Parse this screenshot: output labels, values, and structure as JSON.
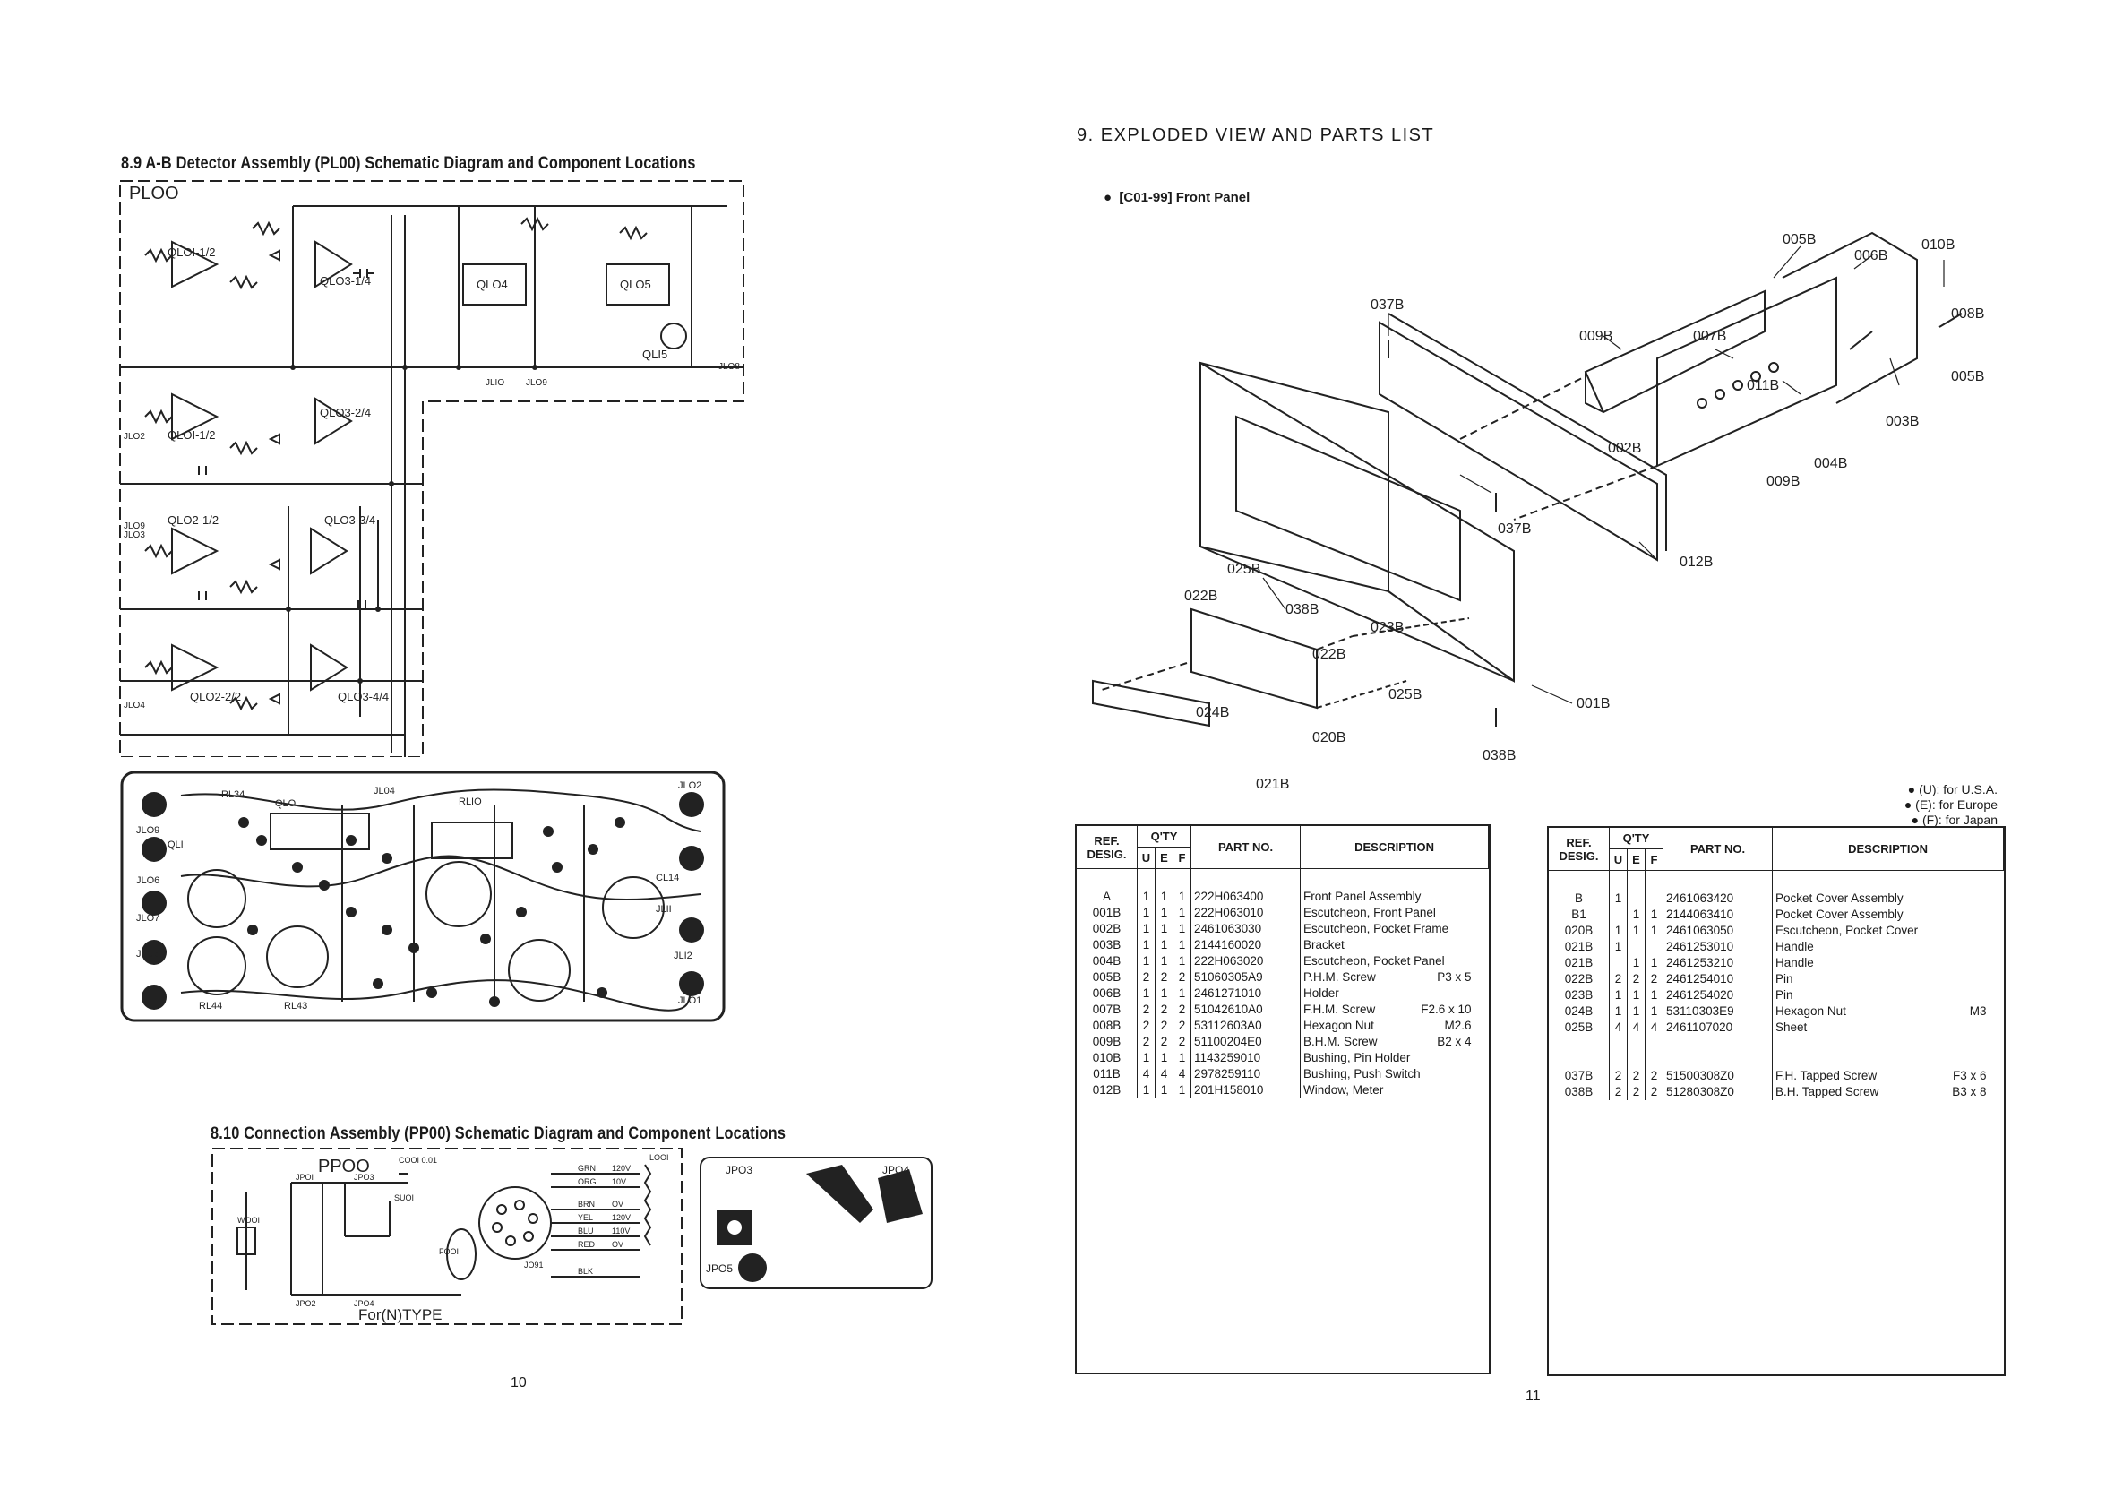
{
  "left_page": {
    "section_89_title": "8.9 A-B Detector Assembly (PL00) Schematic Diagram and Component Locations",
    "section_810_title": "8.10 Connection Assembly (PP00) Schematic Diagram and Component Locations",
    "pl00_label": "PLOO",
    "pp00_label": "PPOO",
    "for_n_type": "For(N)TYPE",
    "schematic_labels": [
      "QLOI-1/2",
      "QLO3-1/4",
      "QLO4",
      "QLO5",
      "QLI5",
      "QLO3-2/4",
      "QLOI-1/2",
      "QLO2-1/2",
      "QLO3-3/4",
      "QLO2-2/2",
      "QLO3-4/4",
      "JLIO",
      "JLO9",
      "JLO9",
      "JLO4",
      "JLO3",
      "JLO2",
      "JLO8"
    ],
    "pp00_labels": [
      "JPOI",
      "JPO3",
      "JPO2",
      "JPO4",
      "SUOI",
      "FOOI",
      "JO91",
      "WOOI",
      "GRN",
      "ORG",
      "BRN",
      "YEL",
      "BLU",
      "RED",
      "BLK",
      "120V",
      "10V",
      "OV",
      "120V",
      "110V",
      "OV",
      "LOOI",
      "COOI 0.01"
    ],
    "pcb_labels": [
      "JLO9",
      "QLI",
      "JLO7",
      "JLO6",
      "JLO5",
      "RL43",
      "RL44",
      "QLO",
      "JLO2",
      "JLI2",
      "JLO1",
      "JLII",
      "CL14",
      "RLIO",
      "RL34",
      "JL04"
    ],
    "jp_labels": [
      "JPO3",
      "JPO4",
      "JPO5"
    ],
    "page_number": "10"
  },
  "right_page": {
    "section_9_title": "9. EXPLODED VIEW AND PARTS LIST",
    "subsection": "[C01-99]  Front Panel",
    "callouts": [
      "005B",
      "010B",
      "006B",
      "008B",
      "009B",
      "007B",
      "005B",
      "011B",
      "003B",
      "002B",
      "004B",
      "009B",
      "037B",
      "037B",
      "012B",
      "025B",
      "022B",
      "038B",
      "023B",
      "022B",
      "025B",
      "024B",
      "020B",
      "001B",
      "038B",
      "021B"
    ],
    "legend": [
      "● (U): for U.S.A.",
      "● (E): for Europe",
      "● (F): for Japan"
    ],
    "table_headers": {
      "ref": "REF. DESIG.",
      "qty": "Q'TY",
      "u": "U",
      "e": "E",
      "f": "F",
      "part_no": "PART NO.",
      "description": "DESCRIPTION"
    },
    "table_left": [
      [
        "A",
        "1",
        "1",
        "1",
        "222H063400",
        "Front Panel Assembly",
        ""
      ],
      [
        "001B",
        "1",
        "1",
        "1",
        "222H063010",
        "Escutcheon, Front Panel",
        ""
      ],
      [
        "002B",
        "1",
        "1",
        "1",
        "2461063030",
        "Escutcheon, Pocket Frame",
        ""
      ],
      [
        "003B",
        "1",
        "1",
        "1",
        "2144160020",
        "Bracket",
        ""
      ],
      [
        "004B",
        "1",
        "1",
        "1",
        "222H063020",
        "Escutcheon, Pocket Panel",
        ""
      ],
      [
        "005B",
        "2",
        "2",
        "2",
        "51060305A9",
        "P.H.M. Screw",
        "P3 x 5"
      ],
      [
        "006B",
        "1",
        "1",
        "1",
        "2461271010",
        "Holder",
        ""
      ],
      [
        "007B",
        "2",
        "2",
        "2",
        "51042610A0",
        "F.H.M. Screw",
        "F2.6 x 10"
      ],
      [
        "008B",
        "2",
        "2",
        "2",
        "53112603A0",
        "Hexagon Nut",
        "M2.6"
      ],
      [
        "009B",
        "2",
        "2",
        "2",
        "51100204E0",
        "B.H.M. Screw",
        "B2 x 4"
      ],
      [
        "010B",
        "1",
        "1",
        "1",
        "1143259010",
        "Bushing, Pin Holder",
        ""
      ],
      [
        "011B",
        "4",
        "4",
        "4",
        "2978259110",
        "Bushing, Push Switch",
        ""
      ],
      [
        "012B",
        "1",
        "1",
        "1",
        "201H158010",
        "Window, Meter",
        ""
      ]
    ],
    "table_right": [
      [
        "B",
        "1",
        "",
        "",
        "2461063420",
        "Pocket Cover Assembly",
        ""
      ],
      [
        "B1",
        "",
        "1",
        "1",
        "2144063410",
        "Pocket Cover Assembly",
        ""
      ],
      [
        "020B",
        "1",
        "1",
        "1",
        "2461063050",
        "Escutcheon, Pocket Cover",
        ""
      ],
      [
        "021B",
        "1",
        "",
        "",
        "2461253010",
        "Handle",
        ""
      ],
      [
        "021B",
        "",
        "1",
        "1",
        "2461253210",
        "Handle",
        ""
      ],
      [
        "022B",
        "2",
        "2",
        "2",
        "2461254010",
        "Pin",
        ""
      ],
      [
        "023B",
        "1",
        "1",
        "1",
        "2461254020",
        "Pin",
        ""
      ],
      [
        "024B",
        "1",
        "1",
        "1",
        "53110303E9",
        "Hexagon Nut",
        "M3"
      ],
      [
        "025B",
        "4",
        "4",
        "4",
        "2461107020",
        "Sheet",
        ""
      ],
      [
        "",
        "",
        "",
        "",
        "",
        "",
        ""
      ],
      [
        "",
        "",
        "",
        "",
        "",
        "",
        ""
      ],
      [
        "037B",
        "2",
        "2",
        "2",
        "51500308Z0",
        "F.H. Tapped Screw",
        "F3 x 6"
      ],
      [
        "038B",
        "2",
        "2",
        "2",
        "51280308Z0",
        "B.H. Tapped Screw",
        "B3 x 8"
      ]
    ],
    "page_number": "11"
  }
}
